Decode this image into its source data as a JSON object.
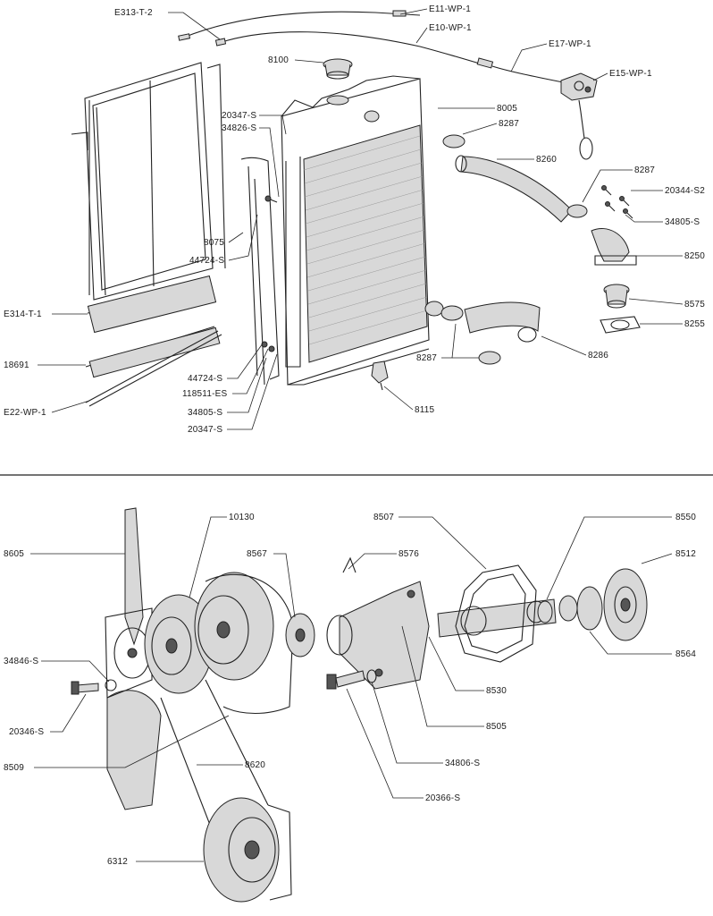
{
  "labels": {
    "E313_T_2": "E313-T-2",
    "E11_WP_1": "E11-WP-1",
    "E10_WP_1": "E10-WP-1",
    "p8100": "8100",
    "E17_WP_1": "E17-WP-1",
    "E15_WP_1": "E15-WP-1",
    "p20347_S_top": "20347-S",
    "p8005": "8005",
    "p34826_S": "34826-S",
    "p8287_top": "8287",
    "p8260": "8260",
    "p8287_mid": "8287",
    "p20344_S2": "20344-S2",
    "p34805_S_right": "34805-S",
    "p8075": "8075",
    "p44724_S_top": "44724-S",
    "p8250": "8250",
    "E314_T_1": "E314-T-1",
    "p8575": "8575",
    "p8255": "8255",
    "p18691": "18691",
    "p8287_low": "8287",
    "p8286": "8286",
    "p44724_S_low": "44724-S",
    "p118511_ES": "118511-ES",
    "p34805_S_low": "34805-S",
    "p8115": "8115",
    "E22_WP_1": "E22-WP-1",
    "p20347_S_low": "20347-S",
    "p10130": "10130",
    "p8507": "8507",
    "p8550": "8550",
    "p8605": "8605",
    "p8567": "8567",
    "p8576": "8576",
    "p8512": "8512",
    "p34846_S": "34846-S",
    "p8564": "8564",
    "p8530": "8530",
    "p20346_S": "20346-S",
    "p8505": "8505",
    "p8509": "8509",
    "p8620": "8620",
    "p34806_S": "34806-S",
    "p20366_S": "20366-S",
    "p6312": "6312"
  }
}
